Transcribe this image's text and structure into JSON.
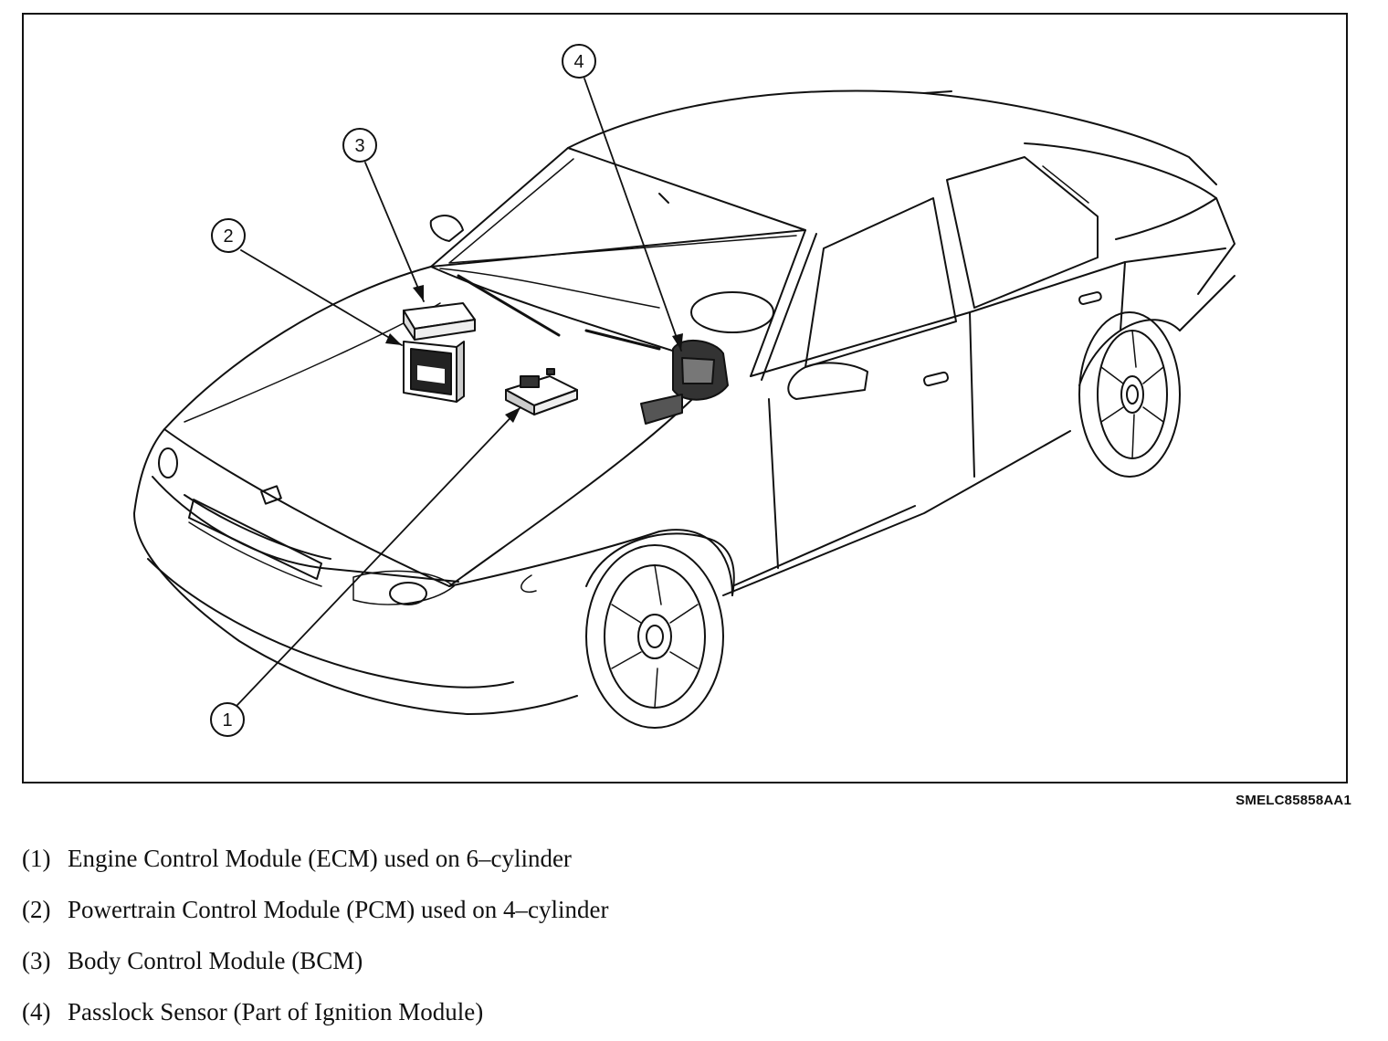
{
  "figure": {
    "id": "SMELC85858AA1",
    "callouts": [
      {
        "num": "1"
      },
      {
        "num": "2"
      },
      {
        "num": "3"
      },
      {
        "num": "4"
      }
    ]
  },
  "legend": [
    {
      "num": "(1)",
      "text": "Engine Control Module (ECM) used on 6–cylinder"
    },
    {
      "num": "(2)",
      "text": "Powertrain Control Module (PCM) used on 4–cylinder"
    },
    {
      "num": "(3)",
      "text": "Body Control Module (BCM)"
    },
    {
      "num": "(4)",
      "text": "Passlock Sensor (Part of Ignition Module)"
    }
  ]
}
